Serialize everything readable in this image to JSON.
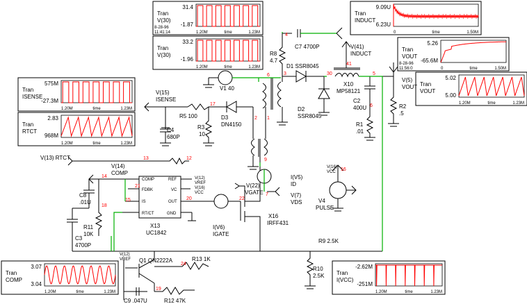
{
  "plots": {
    "v30a": {
      "title1": "Tran",
      "title2": "V(30)",
      "ymax": "31.4",
      "ymin": "-1.87",
      "x0": "1.20M",
      "xmid": "time",
      "x1": "1.23M",
      "date": "8-28-96",
      "clock": "11:41:14"
    },
    "v30b": {
      "title1": "Tran",
      "title2": "V(30)",
      "ymax": "33.2",
      "ymin": "-1.96",
      "x0": "1.20M",
      "xmid": "time",
      "x1": "1.23M"
    },
    "isense": {
      "title1": "Tran",
      "title2": "ISENSE",
      "ymax": "575M",
      "ymin": "-27.3M",
      "x0": "1.20M",
      "xmid": "time",
      "x1": "1.23M"
    },
    "rtct": {
      "title1": "Tran",
      "title2": "RTCT",
      "ymax": "2.83",
      "ymin": "968M",
      "x0": "1.20M",
      "xmid": "time",
      "x1": "1.23M"
    },
    "induct": {
      "title1": "Tran",
      "title2": "INDUCT",
      "ymax": "9.09U",
      "ymin": "6.23U",
      "x0": "0",
      "xmid": "time",
      "x1": "1.50M"
    },
    "vout_long": {
      "title1": "Tran",
      "title2": "VOUT",
      "ymax": "5.26",
      "ymin": "-65.6M",
      "x0": "0",
      "xmid": "time",
      "x1": "1.50M",
      "date": "8-28-96",
      "clock": "11:56:0"
    },
    "vout_short": {
      "title1": "Tran",
      "title2": "VOUT",
      "ymax": "5.02",
      "ymin": "5.00",
      "x0": "1.20M",
      "xmid": "time",
      "x1": "1.23M"
    },
    "comp": {
      "title1": "Tran",
      "title2": "COMP",
      "ymax": "3.07",
      "ymin": "3.04",
      "x0": "1.20M",
      "xmid": "time",
      "x1": "1.23M"
    },
    "ivcc": {
      "title1": "Tran",
      "title2": "I(VCC)",
      "ymax": "-2.62M",
      "ymin": "-251M",
      "x0": "1.20M",
      "xmid": "time",
      "x1": "1.23M"
    }
  },
  "components": {
    "c7": "C7 4700P",
    "r8a": "R8",
    "r8b": "4.7",
    "v1": "V1 40",
    "d1": "D1 SSR8045",
    "x10a": "X10",
    "x10b": "MP58121",
    "v41a": "V(41)",
    "v41b": "INDUCT",
    "v5a": "V(5)",
    "v5b": "VOUT",
    "d2a": "D2",
    "d2b": "SSR8045",
    "c2a": "C2",
    "c2b": "400U",
    "r1a": "R1",
    "r1b": ".01",
    "r2a": "R2",
    "r2b": ".5",
    "v15a": "V(15)",
    "v15b": "ISENSE",
    "r5": "R5 100",
    "d3a": "D3",
    "d3b": "DN4150",
    "r3a": "R3",
    "r3b": "10",
    "c4a": "C4",
    "c4b": "680P",
    "v13": "V(13) RTCT",
    "v14a": "V(14)",
    "v14b": "COMP",
    "c8a": "C8",
    "c8b": ".01U",
    "r11a": "R11",
    "r11b": "10K",
    "c3a": "C3",
    "c3b": "4700P",
    "x13a": "X13",
    "x13b": "UC1842",
    "pin_comp": "COMP",
    "pin_ref": "REF",
    "pin_fdbk": "FDBK",
    "pin_vc": "VC",
    "pin_s": "IS",
    "pin_out": "OUT",
    "pin_rtct": "RT/CT",
    "pin_gnd": "GND",
    "v12r": "V(12)",
    "vref": "VREF",
    "v16r": "V(16)",
    "vcc": "VCC",
    "v22a": "V(22)",
    "v22b": "VGATE",
    "iv6a": "I(V6)",
    "iv6b": "IGATE",
    "x16a": "X16",
    "x16b": "IRFF431",
    "iv5a": "I(V5)",
    "iv5b": "ID",
    "v7a": "V(7)",
    "v7b": "VDS",
    "v16a": "V(16)",
    "v16b": "VCC",
    "v4a": "V4",
    "v4b": "PULSE",
    "r9": "R9 2.5K",
    "r10a": "R10",
    "r10b": "2.5K",
    "q1": "Q1 QN2222A",
    "r13": "R13 1K",
    "v12a": "V(12)",
    "v12b": "VREF",
    "c9": "C9 .047U",
    "r12": "R12 47K"
  },
  "nodes": {
    "n4": "4",
    "n6": "6",
    "n3": "3",
    "n30": "30",
    "n41": "41",
    "n5": "5",
    "n6b": "6",
    "n17": "17",
    "n2": "2",
    "n1": "1",
    "n9": "9",
    "n13": "13",
    "n12": "12",
    "n14": "14",
    "n21": "21",
    "n15": "15",
    "n20": "20",
    "n18": "18",
    "n22": "22",
    "n7": "7",
    "n16": "16",
    "n24": "24",
    "n19": "19"
  }
}
